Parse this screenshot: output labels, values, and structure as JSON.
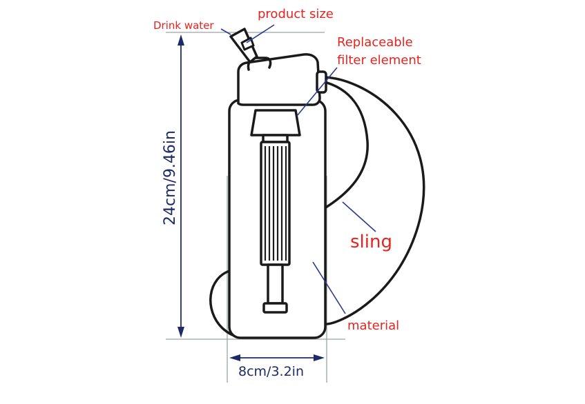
{
  "labels": {
    "drink_water": "Drink water",
    "product_size": "product size",
    "replaceable_line1": "Replaceable",
    "replaceable_line2": "filter element",
    "sling": "sling",
    "material": "material",
    "width": "8cm/3.2in",
    "height": "24cm/9.46in"
  },
  "colors": {
    "label_red": "#e8231f",
    "dimension_navy": "#1e2a66",
    "outline": "#1a1a1a",
    "guide_line": "#9aa5a5",
    "leader_line": "#2b3a8c"
  }
}
